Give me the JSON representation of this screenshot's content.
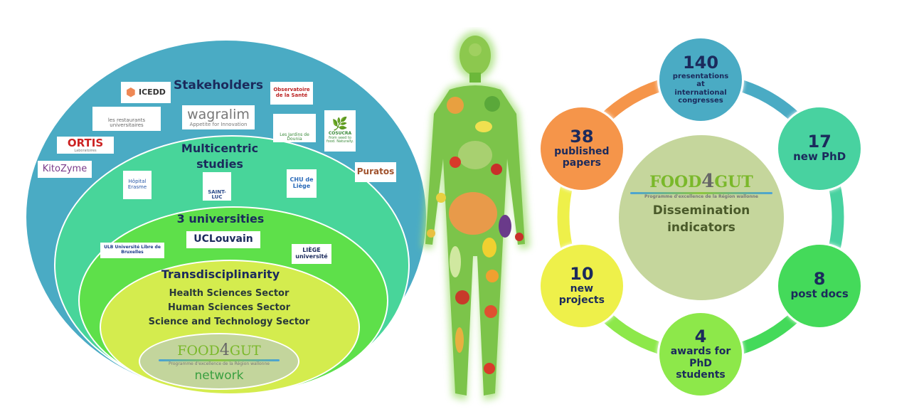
{
  "network": {
    "levels": [
      {
        "title": "Stakeholders",
        "color": "#4AABC4"
      },
      {
        "title": "Multicentric studies",
        "color": "#48D59A"
      },
      {
        "title": "3 universities",
        "color": "#5EE04A"
      },
      {
        "title": "Transdisciplinarity",
        "color": "#D4EC4E"
      },
      {
        "title": "network",
        "color": "#C3D59C"
      }
    ],
    "stakeholder_logos": [
      "ICEDD",
      "Observatoire de la Santé",
      "les restaurants universitaires",
      "wagralim",
      "Appetite for Innovation",
      "Les Jardins de Dounia",
      "COSUCRA",
      "from seed to food. Naturally.",
      "ORTIS",
      "Laboratoires",
      "KitoZyme",
      "Puratos"
    ],
    "hospital_logos": [
      "Hôpital Erasme",
      "SAINT-LUC",
      "CHU de Liège"
    ],
    "university_logos": [
      "UCLouvain",
      "ULB Université Libre de Bruxelles",
      "LIÈGE université"
    ],
    "sectors": [
      "Health Sciences Sector",
      "Human Sciences Sector",
      "Science and Technology Sector"
    ],
    "brand": {
      "food": "FOOD",
      "four": "4",
      "gut": "GUT",
      "tagline": "Programme d'excellence de la Région wallonne"
    }
  },
  "indicators": {
    "center_title": "Dissemination indicators",
    "center_color": "#C5D69C",
    "items": [
      {
        "value": "140",
        "label": "presentations at international congresses",
        "color": "#4AABC4"
      },
      {
        "value": "17",
        "label": "new PhD",
        "color": "#48D2A0"
      },
      {
        "value": "8",
        "label": "post docs",
        "color": "#44DA5A"
      },
      {
        "value": "4",
        "label": "awards for PhD students",
        "color": "#8DE84A"
      },
      {
        "value": "10",
        "label": "new projects",
        "color": "#EEF04A"
      },
      {
        "value": "38",
        "label": "published papers",
        "color": "#F5954A"
      }
    ]
  }
}
